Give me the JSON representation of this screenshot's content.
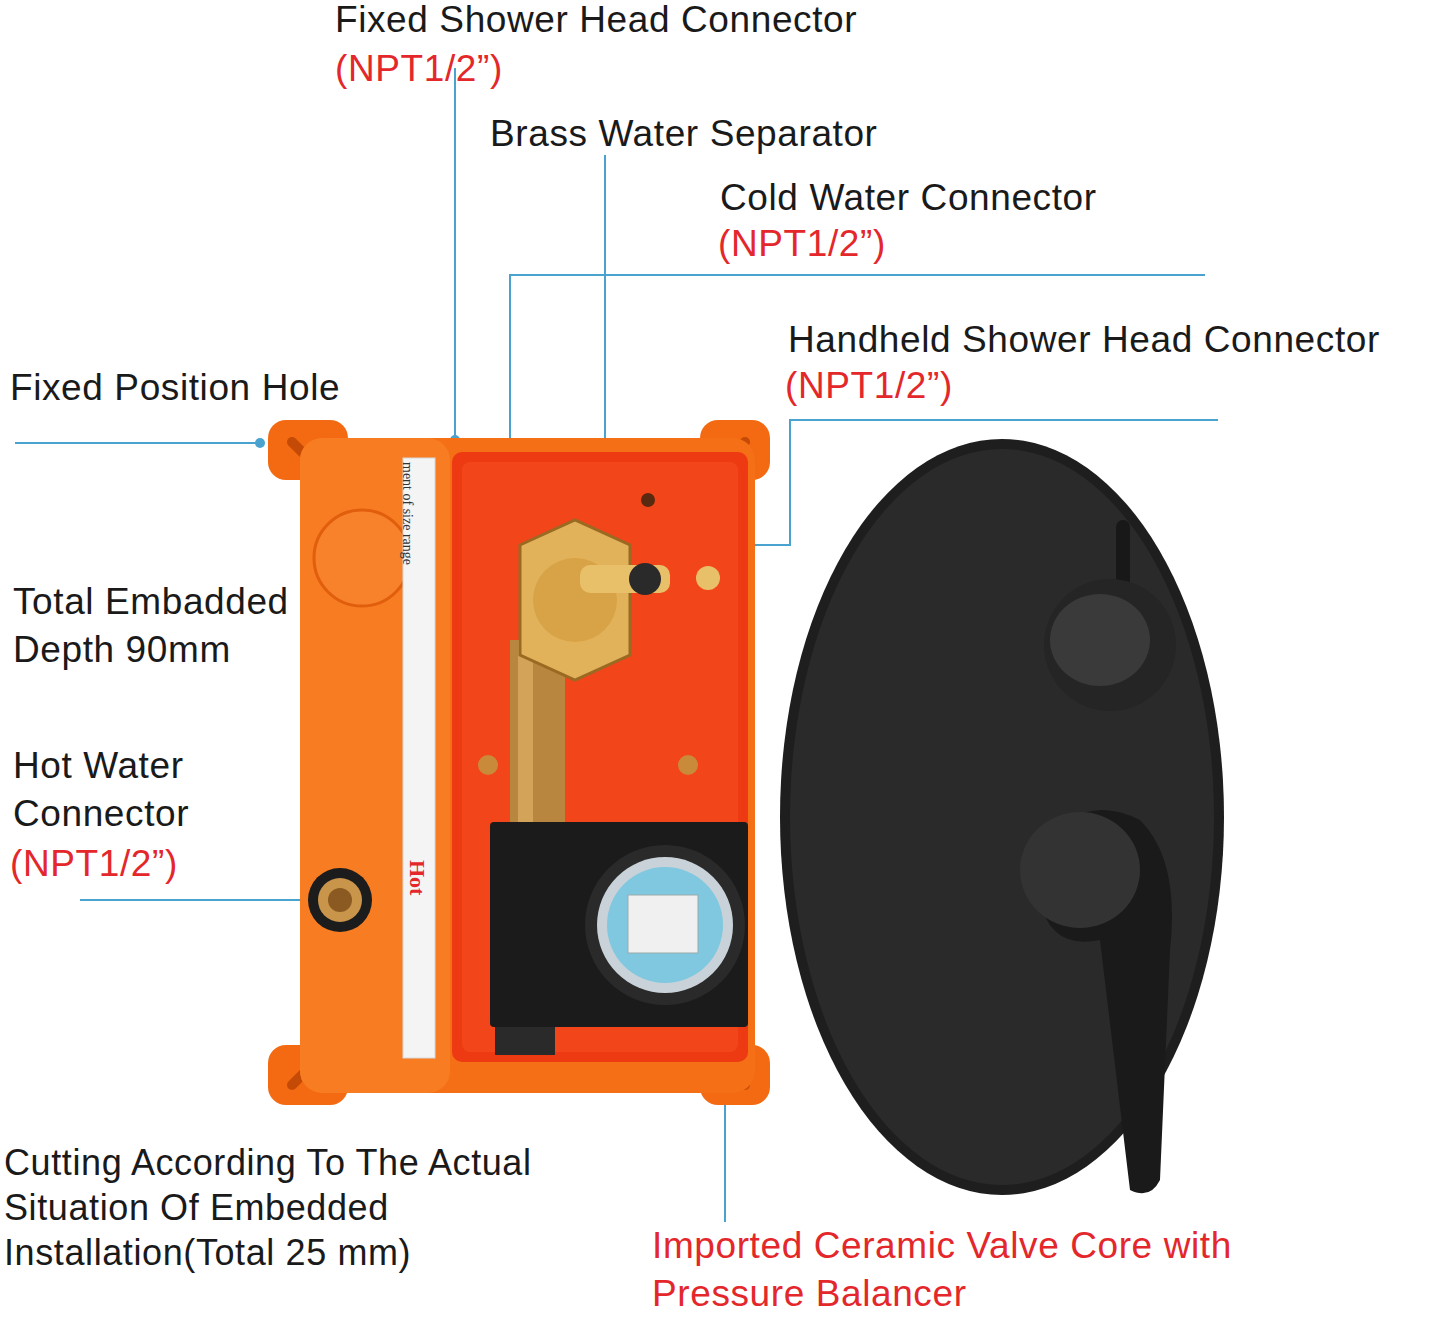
{
  "diagram": {
    "labels": [
      "Fixed Shower Head Connector",
      "(NPT1/2”)",
      "Brass Water Separator",
      "Cold Water Connector",
      "(NPT1/2”)",
      "Handheld Shower Head Connector",
      "(NPT1/2”)",
      "Fixed Position Hole",
      "ment of size range",
      "Total Embadded Depth 90mm",
      "Hot Water Connector",
      "(NPT1/2”)",
      "Hot",
      "Cutting According To The Actual Situation Of Embedded Installation(Total 25 mm)",
      "Imported Ceramic Valve Core with Pressure Balancer"
    ]
  }
}
